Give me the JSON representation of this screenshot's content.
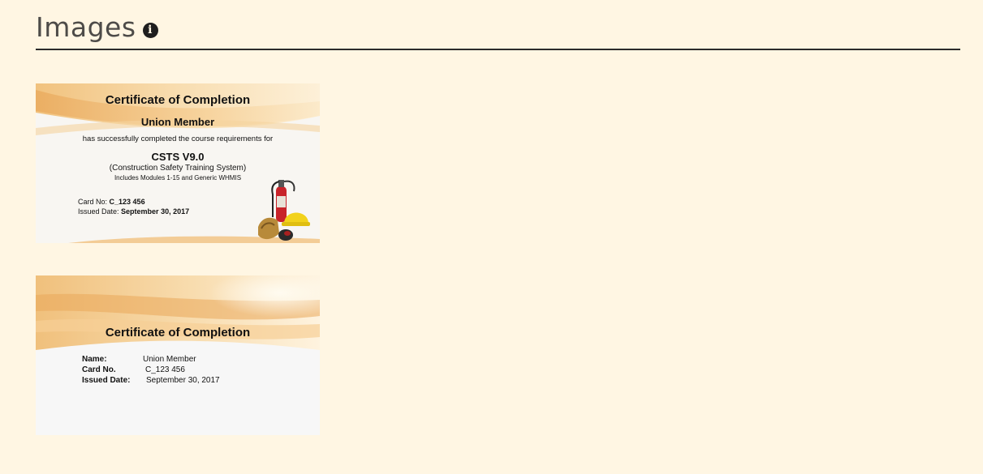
{
  "header": {
    "title": "Images",
    "info_icon": "info-circle-icon"
  },
  "certificate_front": {
    "title": "Certificate of Completion",
    "recipient": "Union Member",
    "statement": "has successfully completed the course requirements for",
    "course_code": "CSTS V9.0",
    "course_name": "(Construction Safety Training System)",
    "modules": "Includes Modules 1-15 and Generic WHMIS",
    "card_label": "Card No:",
    "card_value": "C_123 456",
    "date_label": "Issued Date:",
    "date_value": "September 30, 2017",
    "illustration": "safety-equipment-icon"
  },
  "certificate_back": {
    "title": "Certificate of Completion",
    "name_label": "Name:",
    "name_value": "Union Member",
    "card_label": "Card No.",
    "card_value": "C_123 456",
    "date_label": "Issued Date:",
    "date_value": "September 30, 2017"
  },
  "colors": {
    "background": "#fff6e3",
    "swoosh": "#f2c98a",
    "text": "#2e2e2e"
  }
}
